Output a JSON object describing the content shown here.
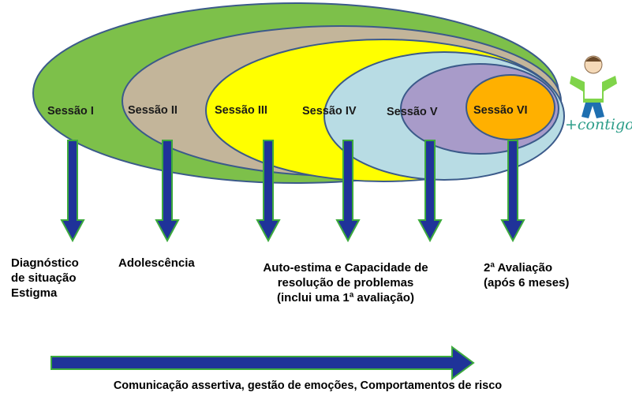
{
  "sessions": [
    {
      "label": "Sessão I",
      "color": "#7dc04a"
    },
    {
      "label": "Sessão II",
      "color": "#c3b59a"
    },
    {
      "label": "Sessão III",
      "color": "#ffff00"
    },
    {
      "label": "Sessão IV",
      "color": "#b8dce4"
    },
    {
      "label": "Sessão V",
      "color": "#a89bc9"
    },
    {
      "label": "Sessão VI",
      "color": "#ffb000"
    }
  ],
  "topics": {
    "t1": [
      "Diagnóstico",
      "de situação",
      "Estigma"
    ],
    "t2": [
      "Adolescência"
    ],
    "t3": [
      "Auto-estima e Capacidade de",
      "resolução de problemas",
      "(inclui uma 1ª avaliação)"
    ],
    "t4": [
      "2ª Avaliação",
      "(após 6 meses)"
    ]
  },
  "bottom_label": "Comunicação assertiva, gestão de emoções, Comportamentos de risco",
  "logo": {
    "text": "+contigo",
    "icon": "jumping-person-icon"
  },
  "colors": {
    "arrow_fill": "#1f3399",
    "arrow_border": "#3daa3d",
    "ellipse_stroke": "#3b5a8a"
  }
}
